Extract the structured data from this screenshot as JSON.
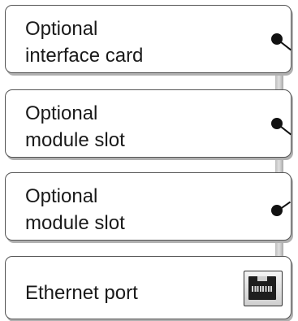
{
  "boxes": [
    {
      "line1": "Optional",
      "line2": "interface card",
      "marker": "connection-dot"
    },
    {
      "line1": "Optional",
      "line2": "module slot",
      "marker": "connection-dot"
    },
    {
      "line1": "Optional",
      "line2": "module slot",
      "marker": "connection-dot"
    },
    {
      "line1": "Ethernet port",
      "marker": "ethernet-port-icon"
    }
  ],
  "colors": {
    "text": "#1a1a1a",
    "border": "#555555",
    "connector": "#bdbdbd",
    "dot": "#111111"
  }
}
